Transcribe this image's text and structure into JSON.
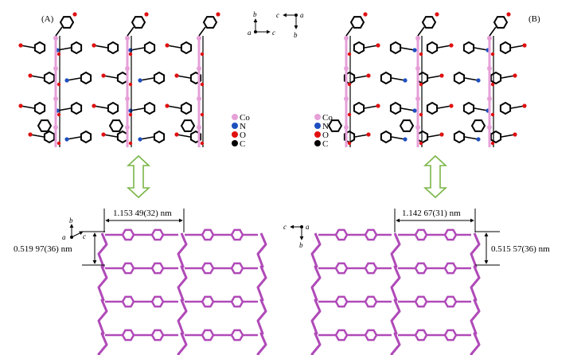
{
  "panels": {
    "left_label": "(A)",
    "right_label": "(B)"
  },
  "legend": {
    "items": [
      {
        "label": "Co",
        "color": "#e6a0d8"
      },
      {
        "label": "N",
        "color": "#1f4fbf"
      },
      {
        "label": "O",
        "color": "#e01010"
      },
      {
        "label": "C",
        "color": "#000000"
      }
    ]
  },
  "axes": {
    "top_left": {
      "up": "b",
      "left": "a",
      "right": "c"
    },
    "top_right": {
      "left": "c",
      "right": "a",
      "down": "b"
    },
    "bottom_left": {
      "up": "b",
      "left": "a",
      "diag": "c"
    },
    "bottom_right": {
      "left": "c",
      "right": "a",
      "down": "b"
    }
  },
  "dimensions": {
    "left_width": "1.153 49(32) nm",
    "left_height": "0.519 97(36) nm",
    "right_width": "1.142 67(31) nm",
    "right_height": "0.515 57(36) nm"
  },
  "colors": {
    "framework": "#b04ab8",
    "arrow": "#7ab648",
    "carbon": "#000000",
    "cobalt": "#e6a0d8",
    "nitrogen": "#1f4fbf",
    "oxygen": "#e01010"
  }
}
